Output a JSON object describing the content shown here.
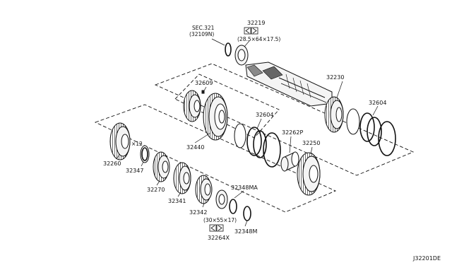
{
  "diagram_code": "J32201DE",
  "sec_ref": {
    "line1": "SEC.321",
    "line2": "(32109N)"
  },
  "top_bearing": {
    "part": "32219",
    "dims": "(28.5×64×17.5)"
  },
  "bottom_bearing": {
    "part": "32264X",
    "dims": "(30×55×17)"
  },
  "labels": {
    "p32609": "32609",
    "p32230": "32230",
    "p32604_a": "32604",
    "p32604_b": "32604",
    "p32262P": "32262P",
    "p32250": "32250",
    "p32440": "32440",
    "p32260": "32260",
    "p32347": "32347",
    "x12": "×12",
    "p32270": "32270",
    "p32341": "32341",
    "p32342": "32342",
    "p32348MA": "32348MA",
    "p32348M": "32348M"
  }
}
